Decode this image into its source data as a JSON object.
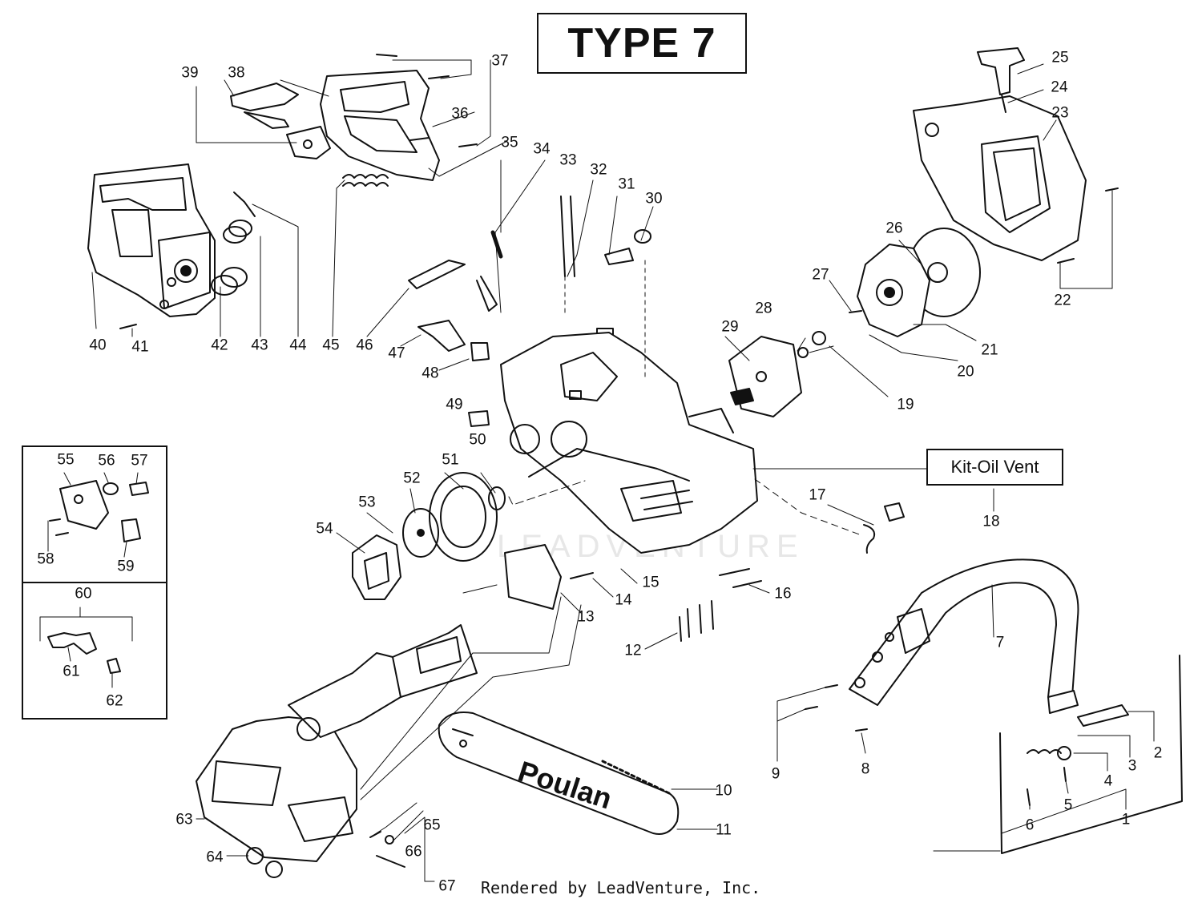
{
  "diagram": {
    "title": "TYPE 7",
    "kit_label": "Kit-Oil Vent",
    "bar_brand": "Poulan",
    "watermark": "LEADVENTURE",
    "credit": "Rendered by LeadVenture, Inc.",
    "callouts": [
      "1",
      "2",
      "3",
      "4",
      "5",
      "6",
      "7",
      "8",
      "9",
      "10",
      "11",
      "12",
      "13",
      "14",
      "15",
      "16",
      "17",
      "18",
      "19",
      "20",
      "21",
      "22",
      "23",
      "24",
      "25",
      "26",
      "27",
      "28",
      "29",
      "30",
      "31",
      "32",
      "33",
      "34",
      "35",
      "36",
      "37",
      "38",
      "39",
      "40",
      "41",
      "42",
      "43",
      "44",
      "45",
      "46",
      "47",
      "48",
      "49",
      "50",
      "51",
      "52",
      "53",
      "54",
      "55",
      "56",
      "57",
      "58",
      "59",
      "60",
      "61",
      "62",
      "63",
      "64",
      "65",
      "66",
      "67"
    ]
  }
}
